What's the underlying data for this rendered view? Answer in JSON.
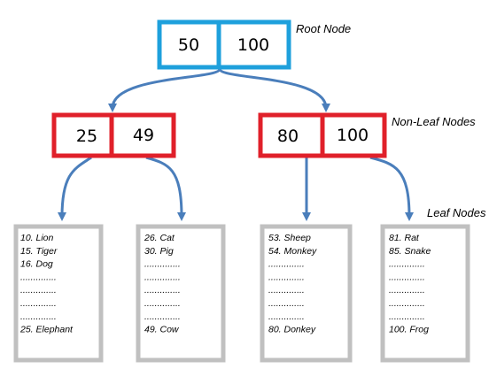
{
  "colors": {
    "root_border": "#1ea0dc",
    "internal_border": "#e0202a",
    "leaf_border": "#c0c0c0",
    "arrow": "#4a7ebb"
  },
  "labels": {
    "root": "Root Node",
    "internal": "Non-Leaf Nodes",
    "leaf": "Leaf Nodes"
  },
  "root": {
    "keys": [
      "50",
      "100"
    ]
  },
  "internal": [
    {
      "keys": [
        "25",
        "49"
      ]
    },
    {
      "keys": [
        "80",
        "100"
      ]
    }
  ],
  "leaves": [
    {
      "lines": [
        "10. Lion",
        "15. Tiger",
        "16. Dog",
        "..............",
        "..............",
        "..............",
        "..............",
        "25. Elephant"
      ]
    },
    {
      "lines": [
        "26. Cat",
        "30. Pig",
        "..............",
        "..............",
        "..............",
        "..............",
        "..............",
        "49. Cow"
      ]
    },
    {
      "lines": [
        "53. Sheep",
        "54. Monkey",
        "..............",
        "..............",
        "..............",
        "..............",
        "..............",
        "80. Donkey"
      ]
    },
    {
      "lines": [
        "81. Rat",
        "85. Snake",
        "..............",
        "..............",
        "..............",
        "..............",
        "..............",
        "100. Frog"
      ]
    }
  ]
}
